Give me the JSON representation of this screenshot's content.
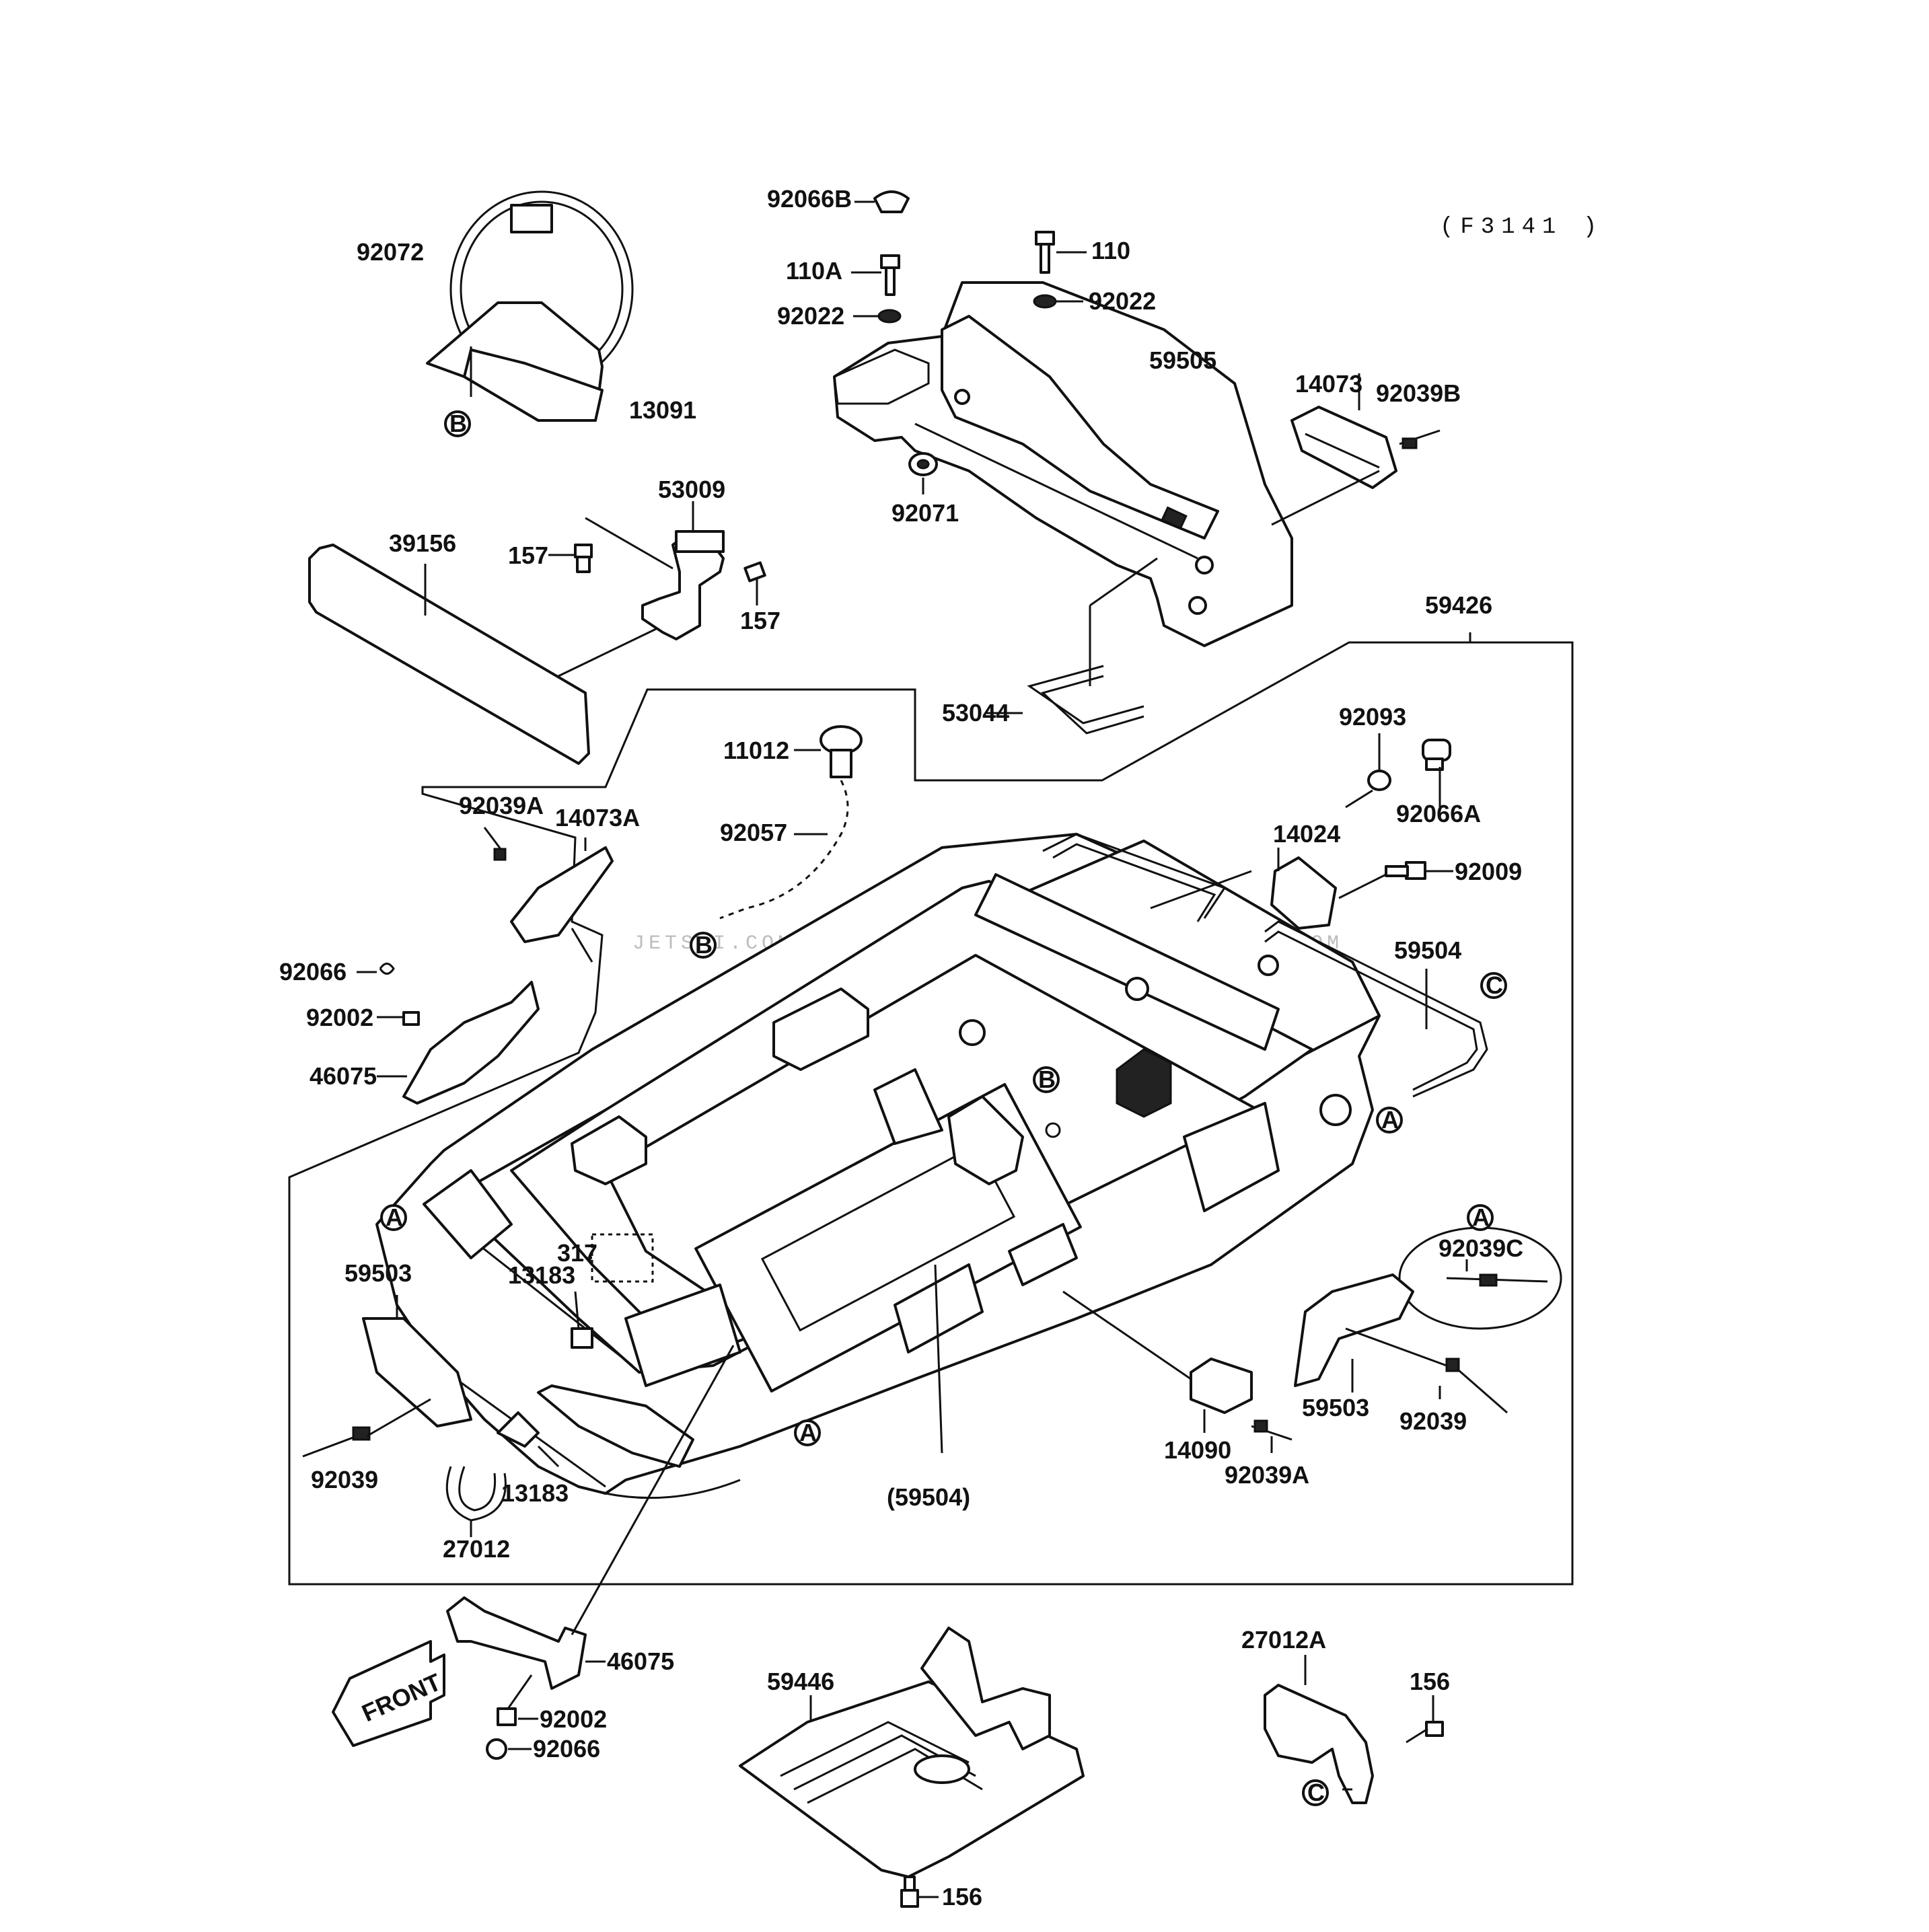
{
  "diagram": {
    "figure_code": "(F3141 )",
    "watermark": "JETSKI.COM  PROMO.JETSKI.COM  PROMO.JETSKI.COM",
    "front_arrow_label": "FRONT",
    "reference_markers": {
      "a": "A",
      "b": "B",
      "c": "C"
    },
    "labels": {
      "p92072": "92072",
      "p13091": "13091",
      "p92066B": "92066B",
      "p110A": "110A",
      "p110": "110",
      "p92022_left": "92022",
      "p92022_right": "92022",
      "p59505": "59505",
      "p14073": "14073",
      "p92039B": "92039B",
      "p92071": "92071",
      "p53009": "53009",
      "p39156": "39156",
      "p157_left": "157",
      "p157_right": "157",
      "p59426": "59426",
      "p53044": "53044",
      "p11012": "11012",
      "p92093": "92093",
      "p92066A": "92066A",
      "p92057": "92057",
      "p92039A_top": "92039A",
      "p14073A": "14073A",
      "p14024": "14024",
      "p92009": "92009",
      "p92066_left": "92066",
      "p92002_left": "92002",
      "p59504": "59504",
      "p46075_left": "46075",
      "p317": "317",
      "p13183_top": "13183",
      "p59503_left": "59503",
      "p92039C": "92039C",
      "p59503_right": "59503",
      "p92039_right": "92039",
      "p92039_left": "92039",
      "p13183_bottom": "13183",
      "p14090": "14090",
      "p92039A_bottom": "92039A",
      "p27012": "27012",
      "p59504_paren": "(59504)",
      "p46075_bottom": "46075",
      "p92002_bottom": "92002",
      "p92066_bottom": "92066",
      "p59446": "59446",
      "p27012A": "27012A",
      "p156_right": "156",
      "p156_bottom": "156"
    }
  }
}
